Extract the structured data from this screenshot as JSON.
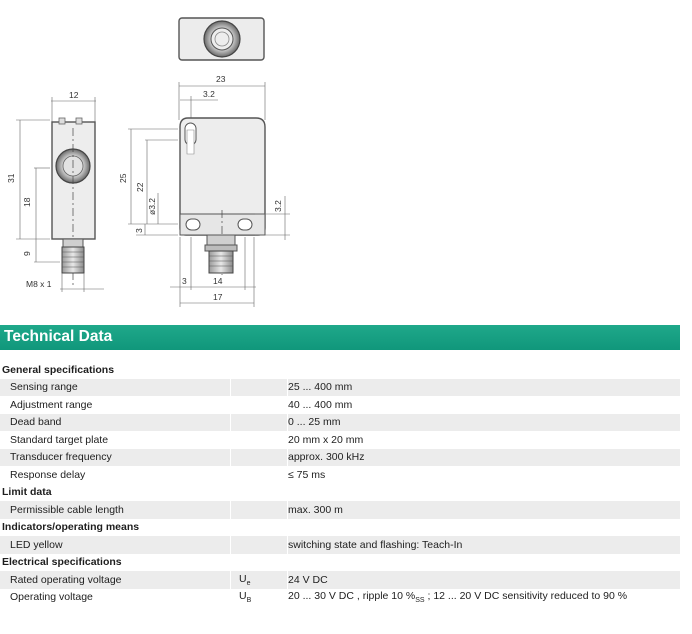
{
  "drawing": {
    "dims": {
      "d12": "12",
      "d23": "23",
      "d3_2_top": "3.2",
      "d31": "31",
      "d18": "18",
      "d9": "9",
      "m8": "M8 x 1",
      "d25": "25",
      "d22": "22",
      "dphi": "ø3.2",
      "d3_left": "3",
      "d3_2_right": "3.2",
      "d3_bottom": "3",
      "d14": "14",
      "d17": "17"
    }
  },
  "section_title": "Technical Data",
  "sections": [
    {
      "title": "General specifications",
      "rows": [
        {
          "label": "Sensing range",
          "symbol": "",
          "value": "25 ... 400 mm"
        },
        {
          "label": "Adjustment range",
          "symbol": "",
          "value": "40 ... 400 mm"
        },
        {
          "label": "Dead band",
          "symbol": "",
          "value": "0 ... 25 mm"
        },
        {
          "label": "Standard target plate",
          "symbol": "",
          "value": "20 mm x 20 mm"
        },
        {
          "label": "Transducer frequency",
          "symbol": "",
          "value": "approx. 300 kHz"
        },
        {
          "label": "Response delay",
          "symbol": "",
          "value": "≤ 75 ms"
        }
      ]
    },
    {
      "title": "Limit data",
      "rows": [
        {
          "label": "Permissible cable length",
          "symbol": "",
          "value": "max. 300 m"
        }
      ]
    },
    {
      "title": "Indicators/operating means",
      "rows": [
        {
          "label": "LED yellow",
          "symbol": "",
          "value": "switching state and flashing: Teach-In"
        }
      ]
    },
    {
      "title": "Electrical specifications",
      "rows": [
        {
          "label": "Rated operating voltage",
          "symbol": "Ue",
          "symbol_main": "U",
          "symbol_sub": "e",
          "value": "24 V DC"
        },
        {
          "label": "Operating voltage",
          "symbol": "UB",
          "symbol_main": "U",
          "symbol_sub": "B",
          "value_main": "20 ... 30 V DC , ripple 10 %",
          "value_sub": "SS",
          "value_tail": " ; 12 ... 20 V DC sensitivity reduced to 90 %"
        }
      ]
    }
  ]
}
